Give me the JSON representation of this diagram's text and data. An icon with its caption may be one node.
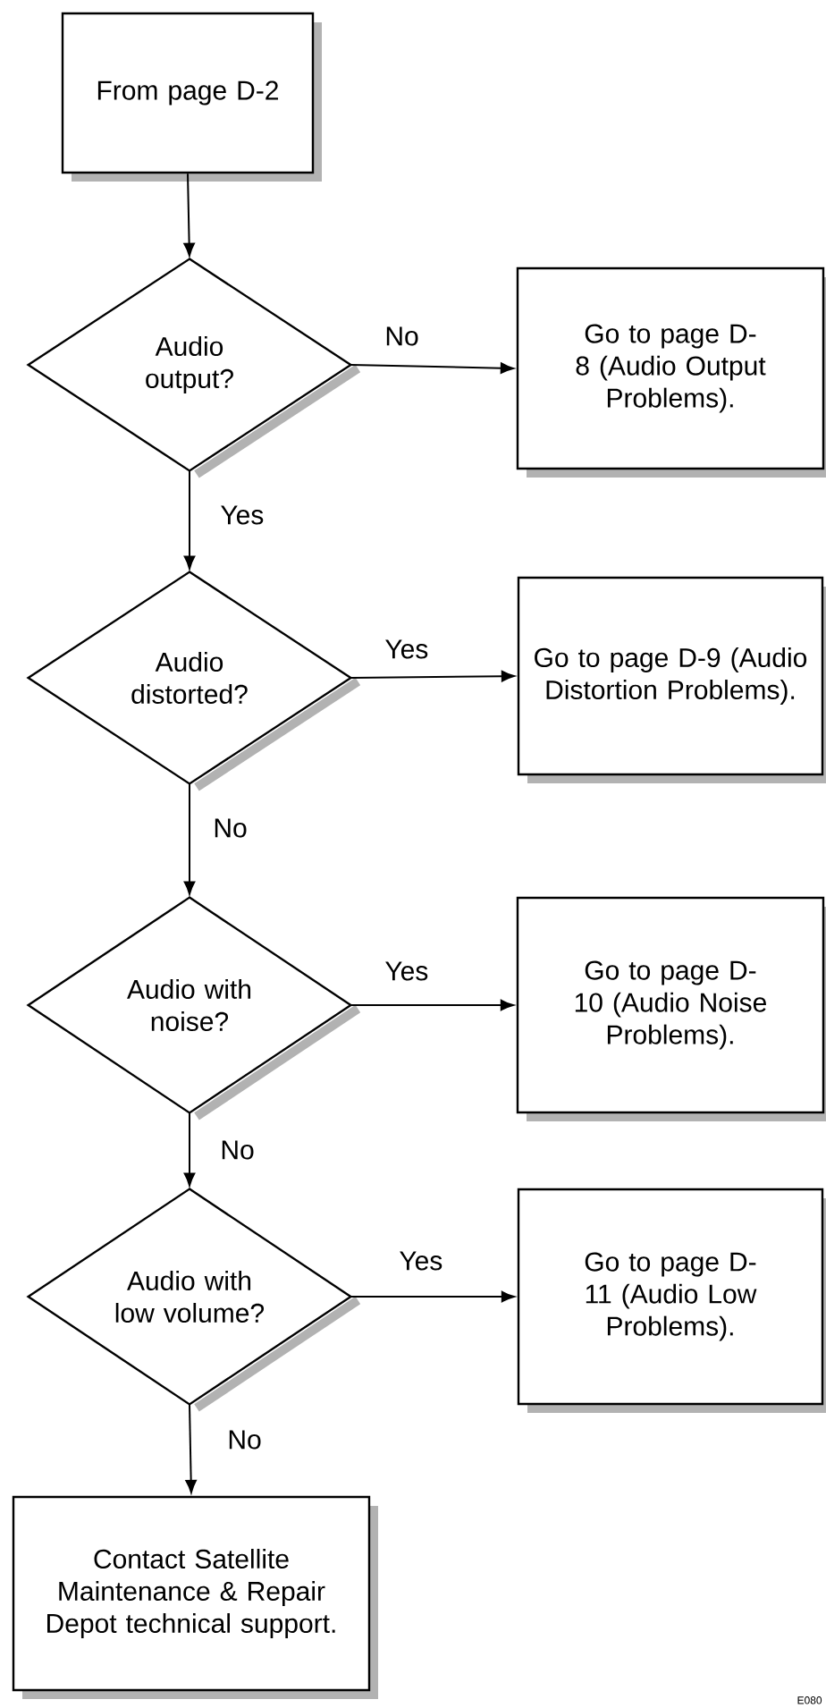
{
  "diagram": {
    "nodes": [
      {
        "text": [
          "From page D-2"
        ]
      },
      {
        "text": [
          "Audio output?"
        ]
      },
      {
        "text": [
          "Go to page D-8 (Audio Output Problems)."
        ]
      },
      {
        "text": [
          "Audio distorted?"
        ]
      },
      {
        "text": [
          "Go to page D-9 (Audio Distortion Problems)."
        ]
      },
      {
        "text": [
          "Audio with noise?"
        ]
      },
      {
        "text": [
          "Go to page D-10 (Audio Noise Problems)."
        ]
      },
      {
        "text": [
          "Audio with low volume?"
        ]
      },
      {
        "text": [
          "Go to page D-11 (Audio Low Problems)."
        ]
      },
      {
        "text": [
          "Contact Satellite Maintenance & Repair Depot technical support."
        ]
      }
    ],
    "edges": [
      {
        "from": 0,
        "to": 1,
        "arrow": "to"
      },
      {
        "from": 1,
        "to": 2,
        "arrow": "to",
        "label": "No"
      },
      {
        "from": 1,
        "to": 3,
        "arrow": "to",
        "label": "Yes"
      },
      {
        "from": 3,
        "to": 4,
        "arrow": "to",
        "label": "Yes"
      },
      {
        "from": 3,
        "to": 5,
        "arrow": "to",
        "label": "No"
      },
      {
        "from": 5,
        "to": 6,
        "arrow": "to",
        "label": "Yes"
      },
      {
        "from": 5,
        "to": 7,
        "arrow": "to",
        "label": "No"
      },
      {
        "from": 7,
        "to": 8,
        "arrow": "to",
        "label": "Yes"
      },
      {
        "from": 7,
        "to": 9,
        "arrow": "to",
        "label": "No"
      }
    ],
    "labels": [
      "E080"
    ]
  }
}
